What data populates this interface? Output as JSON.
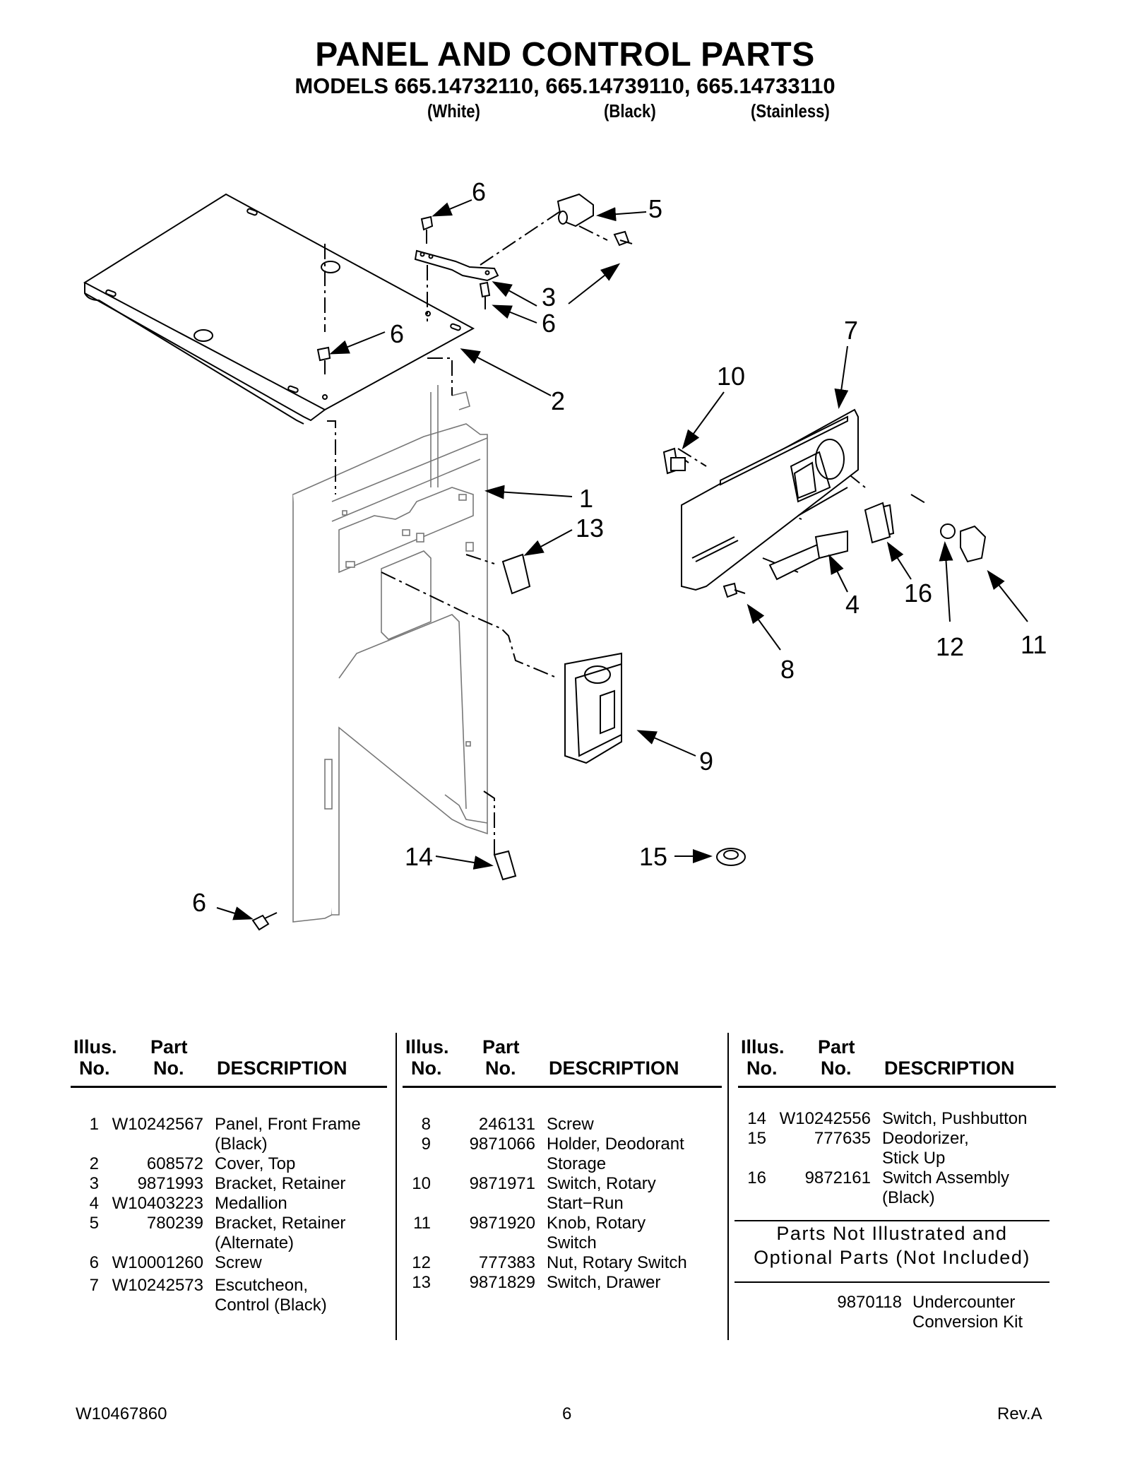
{
  "title": "PANEL AND CONTROL PARTS",
  "models": "MODELS 665.14732110, 665.14739110, 665.14733110",
  "variants": [
    "(White)",
    "(Black)",
    "(Stainless)"
  ],
  "callouts": [
    "1",
    "2",
    "3",
    "4",
    "5",
    "6",
    "7",
    "8",
    "9",
    "10",
    "11",
    "12",
    "13",
    "14",
    "15",
    "16"
  ],
  "table_headers": {
    "illus": "Illus.",
    "no": "No.",
    "part": "Part",
    "description": "DESCRIPTION"
  },
  "columns": [
    [
      {
        "illus": "1",
        "part": "W10242567",
        "desc": [
          "Panel, Front Frame",
          "(Black)"
        ]
      },
      {
        "illus": "2",
        "part": "608572",
        "desc": [
          "Cover, Top"
        ]
      },
      {
        "illus": "3",
        "part": "9871993",
        "desc": [
          "Bracket, Retainer"
        ]
      },
      {
        "illus": "4",
        "part": "W10403223",
        "desc": [
          "Medallion"
        ]
      },
      {
        "illus": "5",
        "part": "780239",
        "desc": [
          "Bracket, Retainer",
          "(Alternate)"
        ]
      },
      {
        "illus": "6",
        "part": "W10001260",
        "desc": [
          "Screw"
        ]
      },
      {
        "illus": "7",
        "part": "W10242573",
        "desc": [
          "Escutcheon,",
          "Control (Black)"
        ]
      }
    ],
    [
      {
        "illus": "8",
        "part": "246131",
        "desc": [
          "Screw"
        ]
      },
      {
        "illus": "9",
        "part": "9871066",
        "desc": [
          "Holder, Deodorant",
          "Storage"
        ]
      },
      {
        "illus": "10",
        "part": "9871971",
        "desc": [
          "Switch, Rotary",
          "Start−Run"
        ]
      },
      {
        "illus": "11",
        "part": "9871920",
        "desc": [
          "Knob, Rotary",
          "Switch"
        ]
      },
      {
        "illus": "12",
        "part": "777383",
        "desc": [
          "Nut, Rotary Switch"
        ]
      },
      {
        "illus": "13",
        "part": "9871829",
        "desc": [
          "Switch, Drawer"
        ]
      }
    ],
    [
      {
        "illus": "14",
        "part": "W10242556",
        "desc": [
          "Switch, Pushbutton"
        ]
      },
      {
        "illus": "15",
        "part": "777635",
        "desc": [
          "Deodorizer,",
          "Stick Up"
        ]
      },
      {
        "illus": "16",
        "part": "9872161",
        "desc": [
          "Switch Assembly",
          "(Black)"
        ]
      }
    ]
  ],
  "parts_not_illustrated": {
    "heading": [
      "Parts Not Illustrated and",
      "Optional Parts (Not Included)"
    ],
    "items": [
      {
        "part": "9870118",
        "desc": [
          "Undercounter",
          "Conversion Kit"
        ]
      }
    ]
  },
  "footer": {
    "doc_number": "W10467860",
    "page": "6",
    "revision": "Rev.A"
  }
}
